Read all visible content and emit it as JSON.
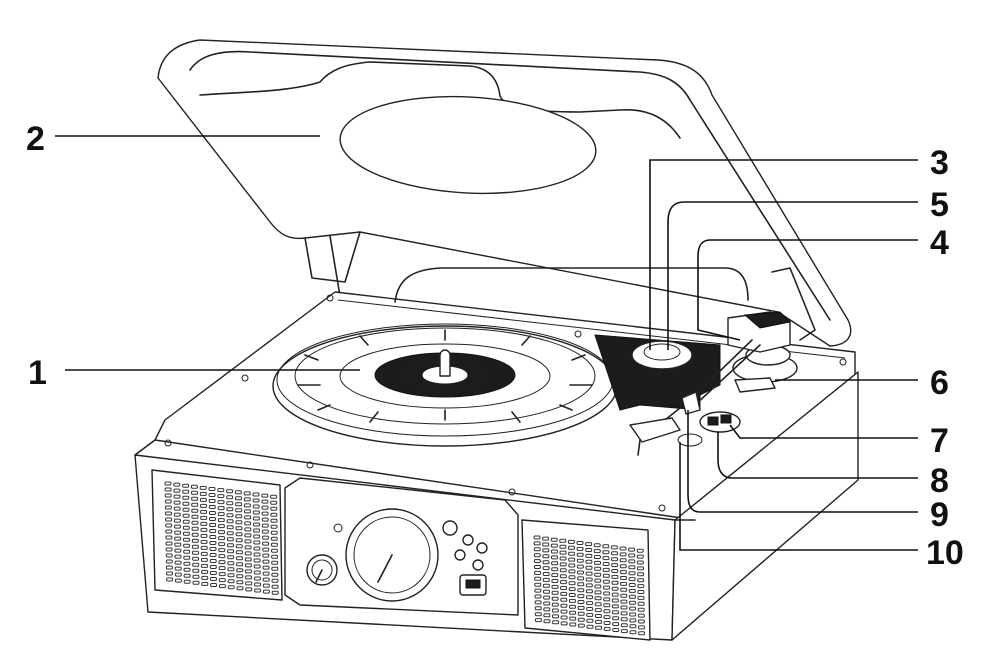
{
  "callouts": [
    {
      "id": "1",
      "label": "1"
    },
    {
      "id": "2",
      "label": "2"
    },
    {
      "id": "3",
      "label": "3"
    },
    {
      "id": "5",
      "label": "5"
    },
    {
      "id": "4",
      "label": "4"
    },
    {
      "id": "6",
      "label": "6"
    },
    {
      "id": "7",
      "label": "7"
    },
    {
      "id": "8",
      "label": "8"
    },
    {
      "id": "9",
      "label": "9"
    },
    {
      "id": "10",
      "label": "10"
    }
  ],
  "colors": {
    "line": "#222222",
    "fill": "#ffffff",
    "dark": "#1c1c1c"
  }
}
